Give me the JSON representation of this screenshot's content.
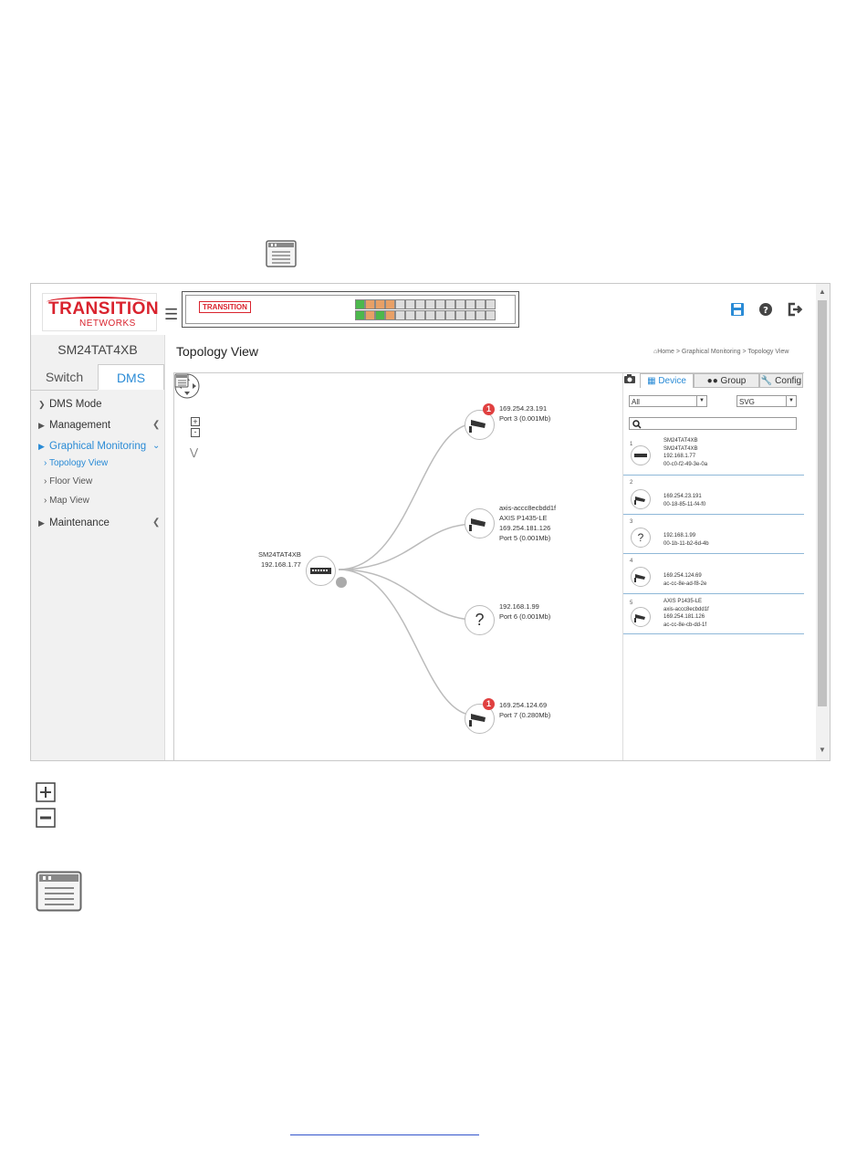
{
  "app": {
    "logo_line1": "TRANSITION",
    "logo_line2": "NETWORKS",
    "panel_logo": "TRANSITION"
  },
  "sidebar": {
    "device_name": "SM24TAT4XB",
    "tabs": [
      {
        "label": "Switch"
      },
      {
        "label": "DMS",
        "active": true
      }
    ],
    "items": [
      {
        "label": "DMS Mode"
      },
      {
        "label": "Management"
      },
      {
        "label": "Graphical Monitoring"
      },
      {
        "label": "Maintenance"
      }
    ],
    "subitems": [
      {
        "label": "Topology View",
        "active": true
      },
      {
        "label": "Floor View"
      },
      {
        "label": "Map View"
      }
    ]
  },
  "content": {
    "title": "Topology View",
    "breadcrumb": [
      "Home",
      "Graphical Monitoring",
      "Topology View"
    ],
    "breadcrumb_sep": ">"
  },
  "topology": {
    "root": {
      "name": "SM24TAT4XB",
      "ip": "192.168.1.77"
    },
    "nodes": [
      {
        "lines": [
          "169.254.23.191",
          "Port 3 (0.001Mb)"
        ],
        "badge": "1"
      },
      {
        "lines": [
          "axis-accc8ecbdd1f",
          "AXIS P1435-LE",
          "169.254.181.126",
          "Port 5 (0.001Mb)"
        ]
      },
      {
        "lines": [
          "192.168.1.99",
          "Port 6 (0.001Mb)"
        ],
        "glyph": "?"
      },
      {
        "lines": [
          "169.254.124.69",
          "Port 7 (0.280Mb)"
        ],
        "badge": "1"
      }
    ]
  },
  "right_panel": {
    "tabs": [
      "Device",
      "Group",
      "Config"
    ],
    "filter_value": "All",
    "format_value": "SVG",
    "devices": [
      {
        "num": "1",
        "lines": [
          "SM24TAT4XB",
          "SM24TAT4XB",
          "192.168.1.77",
          "00-c0-f2-49-3e-0a"
        ]
      },
      {
        "num": "2",
        "lines": [
          "169.254.23.191",
          "00-18-85-11-f4-f0"
        ]
      },
      {
        "num": "3",
        "lines": [
          "192.168.1.99",
          "00-1b-11-b2-6d-4b"
        ],
        "glyph": "?"
      },
      {
        "num": "4",
        "lines": [
          "169.254.124.69",
          "ac-cc-8e-ad-f8-2e"
        ]
      },
      {
        "num": "5",
        "lines": [
          "AXIS P1435-LE",
          "axis-accc8ecbdd1f",
          "169.254.181.126",
          "ac-cc-8e-cb-dd-1f"
        ]
      }
    ]
  },
  "colors": {
    "accent": "#2a8bd6",
    "brand": "#d9232e",
    "badge": "#e04040"
  }
}
